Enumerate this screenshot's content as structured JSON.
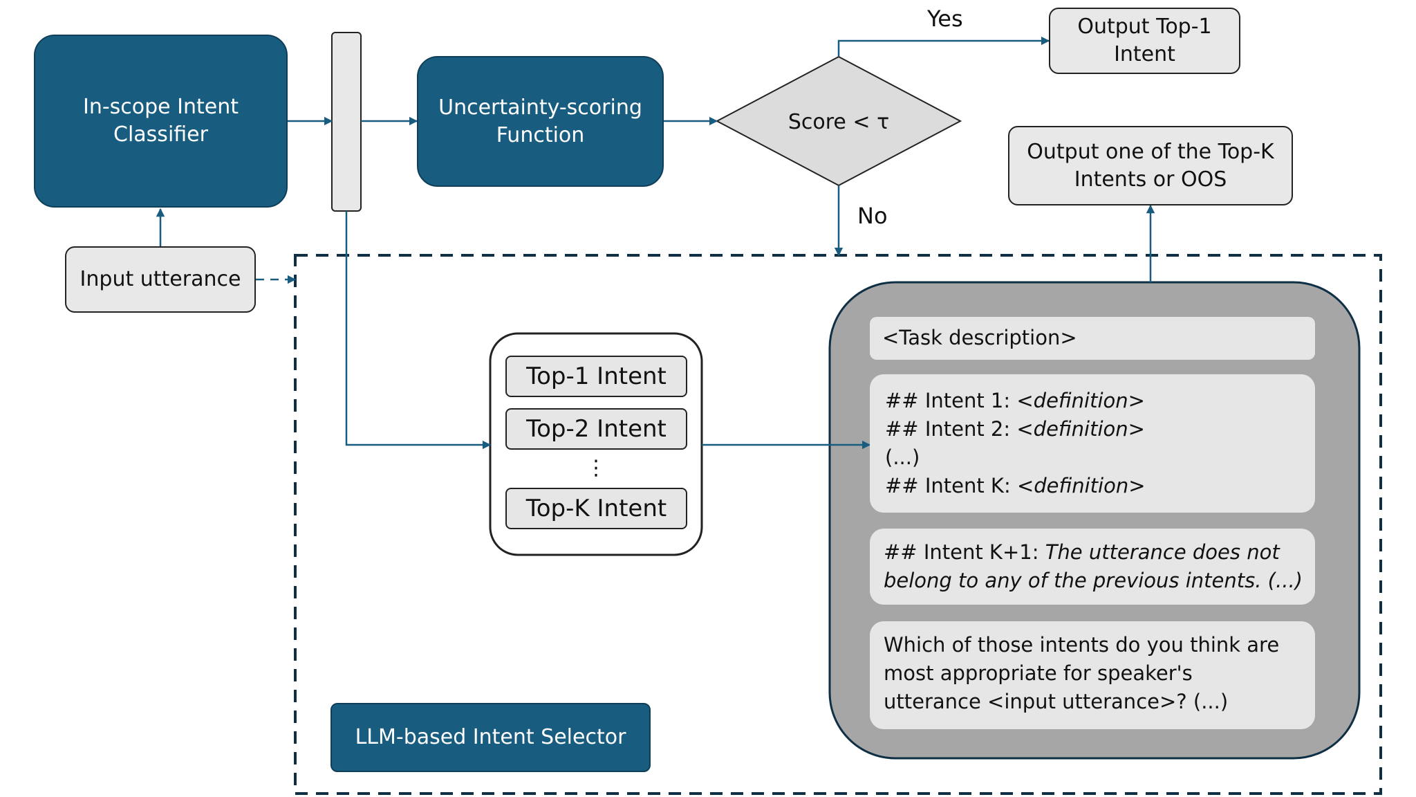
{
  "nodes": {
    "classifier": "In-scope Intent Classifier",
    "classifier_lines": [
      "In-scope Intent",
      "Classifier"
    ],
    "uncertainty_lines": [
      "Uncertainty-scoring",
      "Function"
    ],
    "decision": "Score < τ",
    "output_top1_lines": [
      "Output Top-1",
      "Intent"
    ],
    "output_topk_lines": [
      "Output one of the Top-K",
      "Intents or OOS"
    ],
    "input": "Input utterance",
    "llm_selector": "LLM-based Intent Selector"
  },
  "edges": {
    "yes": "Yes",
    "no": "No"
  },
  "intents": {
    "top1": "Top-1 Intent",
    "top2": "Top-2 Intent",
    "dots": "⋮",
    "topk": "Top-K Intent"
  },
  "prompt": {
    "task": "<Task description>",
    "defs": [
      {
        "prefix": "## Intent 1: ",
        "def": "<definition>"
      },
      {
        "prefix": "## Intent 2: ",
        "def": "<definition>"
      },
      {
        "prefix": "(...)",
        "def": ""
      },
      {
        "prefix": "## Intent K: ",
        "def": "<definition>"
      }
    ],
    "oos_prefix": "## Intent K+1: ",
    "oos_line1": "The utterance does not",
    "oos_line2": "belong to any of the previous intents. (...)",
    "question_lines": [
      "Which of those intents do you think are",
      "most appropriate for speaker's",
      "utterance <input utterance>? (...)"
    ]
  },
  "colors": {
    "dark_fill": "#185d80",
    "arrow": "#185d80",
    "light_fill": "#e8e8e8",
    "panel_fill": "#a6a6a6"
  }
}
